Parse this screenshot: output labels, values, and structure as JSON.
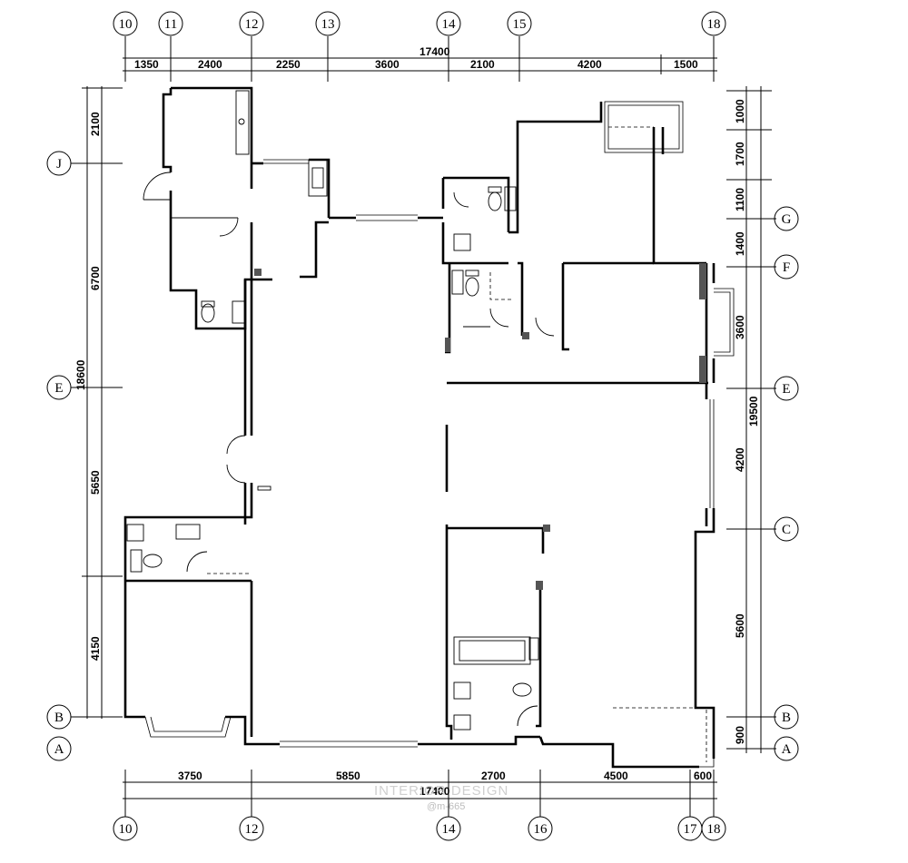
{
  "top_axis": {
    "grid_labels": [
      "10",
      "11",
      "12",
      "13",
      "14",
      "15",
      "18"
    ],
    "total": "17400",
    "segments": [
      "1350",
      "2400",
      "2250",
      "3600",
      "2100",
      "4200",
      "1500"
    ]
  },
  "bottom_axis": {
    "grid_labels": [
      "10",
      "12",
      "14",
      "16",
      "17",
      "18"
    ],
    "total": "17400",
    "segments": [
      "3750",
      "5850",
      "2700",
      "4500",
      "600"
    ]
  },
  "left_axis": {
    "grid_labels": [
      "J",
      "E",
      "B",
      "A"
    ],
    "total": "18600",
    "segments": [
      "2100",
      "6700",
      "5650",
      "4150"
    ]
  },
  "right_axis": {
    "grid_labels": [
      "G",
      "F",
      "E",
      "C",
      "B",
      "A"
    ],
    "total": "19500",
    "segments": [
      "1000",
      "1700",
      "1100",
      "1400",
      "3600",
      "4200",
      "5600",
      "900"
    ]
  },
  "watermark": {
    "text": "INTERIOR DESIGN",
    "sub": "@m-665"
  },
  "colors": {
    "line": "#000000",
    "background": "#ffffff",
    "watermark": "#e8a0a0"
  }
}
